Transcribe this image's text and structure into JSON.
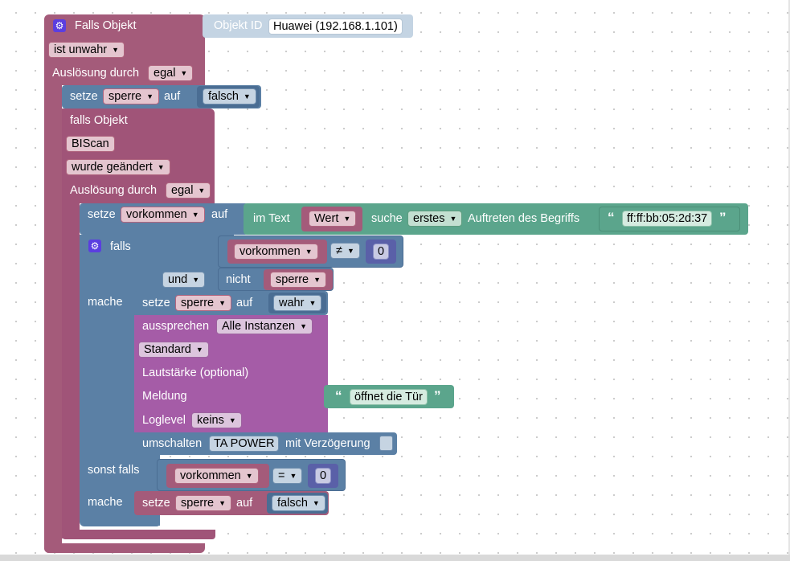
{
  "trigger": {
    "title": "Falls Objekt",
    "object_id_label": "Objekt ID",
    "object_id_value": "Huawei (192.168.1.101)",
    "condition": "ist unwahr",
    "trigger_by_label": "Auslösung durch",
    "trigger_by_value": "egal"
  },
  "set_sperre_false": {
    "setze": "setze",
    "variable": "sperre",
    "auf": "auf",
    "value": "falsch"
  },
  "inner_trigger": {
    "title": "falls Objekt",
    "object": "BIScan",
    "condition": "wurde geändert",
    "trigger_by_label": "Auslösung durch",
    "trigger_by_value": "egal"
  },
  "set_vorkommen": {
    "setze": "setze",
    "variable": "vorkommen",
    "auf": "auf",
    "im_text": "im Text",
    "text_var": "Wert",
    "suche": "suche",
    "which": "erstes",
    "occurrence": "Auftreten des Begriffs",
    "search_term": "ff:ff:bb:05:2d:37"
  },
  "if_block": {
    "falls": "falls",
    "left_var": "vorkommen",
    "operator": "≠",
    "right_num": "0",
    "logic": "und",
    "nicht": "nicht",
    "not_var": "sperre",
    "mache": "mache",
    "sonst_falls": "sonst falls",
    "mache2": "mache"
  },
  "set_sperre_true": {
    "setze": "setze",
    "variable": "sperre",
    "auf": "auf",
    "value": "wahr"
  },
  "speak": {
    "label": "aussprechen",
    "instances": "Alle Instanzen",
    "voice": "Standard",
    "volume_label": "Lautstärke (optional)",
    "message_label": "Meldung",
    "message_value": "öffnet die Tür",
    "loglevel_label": "Loglevel",
    "loglevel_value": "keins"
  },
  "toggle": {
    "label": "umschalten",
    "target": "TA POWER",
    "delay_label": "mit Verzögerung"
  },
  "elseif": {
    "left_var": "vorkommen",
    "operator": "=",
    "right_num": "0"
  },
  "set_sperre_false2": {
    "setze": "setze",
    "variable": "sperre",
    "auf": "auf",
    "value": "falsch"
  },
  "colors": {
    "event_block": "#a45b7a",
    "logic_block": "#5b80a5",
    "text_block": "#5ba58c",
    "sound_block": "#a55ca7",
    "gear_icon": "#5b3ee0",
    "background": "#ffffff",
    "grid_dot": "#c9c9c9"
  },
  "icons": {
    "gear": "gear-icon",
    "dropdown": "triangle-down-icon",
    "quote_open": "open-quote-icon",
    "quote_close": "close-quote-icon"
  }
}
